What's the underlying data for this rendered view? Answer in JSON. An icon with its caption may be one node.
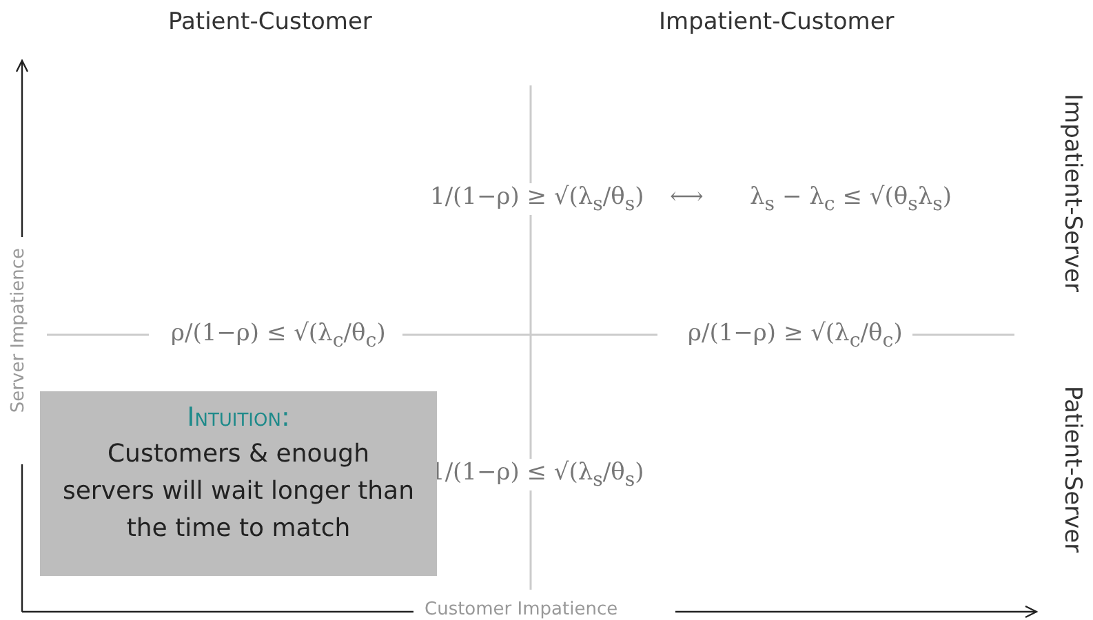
{
  "diagram": {
    "nodes": [
      {
        "text": [
          "Intuition:",
          "Customers & enough servers will wait longer than the time to match"
        ]
      }
    ],
    "labels": [
      "Patient-Customer",
      "Impatient-Customer",
      "Impatient-Server",
      "1/(1−ρ) ≥ √(λ$_{s}$/θ$_{s}$)",
      "⟷",
      "λ$_{s}$ − λ$_{c}$ ≤ √(θ$_{s}$λ$_{s}$)",
      "Server Impatience",
      "ρ/(1−ρ) ≤ √(λ$_{c}$/θ$_{c}$)",
      "ρ/(1−ρ) ≥ √(λ$_{c}$/θ$_{c}$)",
      "Patient-Server",
      "1/(1−ρ) ≤ √(λ$_{s}$/θ$_{s}$)",
      "Customer Impatience"
    ]
  }
}
